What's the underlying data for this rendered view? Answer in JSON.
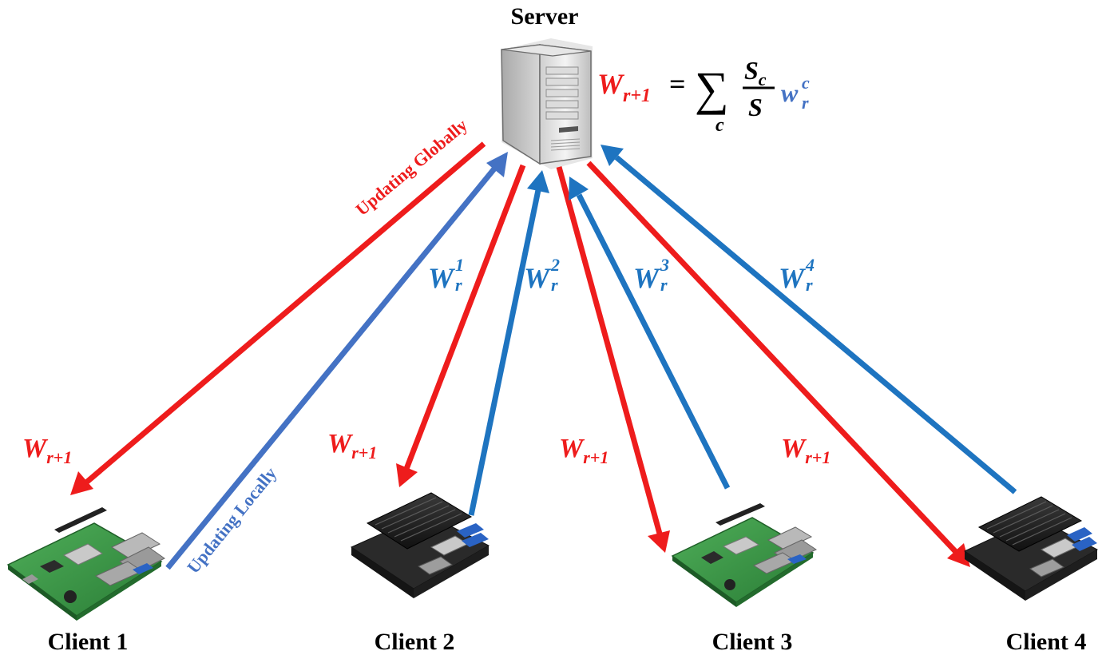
{
  "server": {
    "label": "Server"
  },
  "clients": [
    {
      "label": "Client 1",
      "device": "raspberry-pi-board"
    },
    {
      "label": "Client 2",
      "device": "jetson-nano-board"
    },
    {
      "label": "Client 3",
      "device": "raspberry-pi-board"
    },
    {
      "label": "Client 4",
      "device": "jetson-nano-board"
    }
  ],
  "formula": {
    "lhs_base": "W",
    "lhs_sub": "r+1",
    "equals": "=",
    "sum_symbol": "∑",
    "sum_index": "c",
    "numerator_base": "S",
    "numerator_sub": "c",
    "denominator": "S",
    "term_base": "w",
    "term_sup": "c",
    "term_sub": "r"
  },
  "arrow_labels": {
    "global_base": "W",
    "global_sub": "r+1",
    "local_base": "W",
    "local_sub": "r",
    "local_sups": [
      "1",
      "2",
      "3",
      "4"
    ]
  },
  "path_labels": {
    "updating_globally": "Updating Globally",
    "updating_locally": "Updating Locally"
  },
  "colors": {
    "global": "#ee1c1c",
    "local": "#1e74c0",
    "local_light": "#4472c4",
    "text": "#000000"
  }
}
